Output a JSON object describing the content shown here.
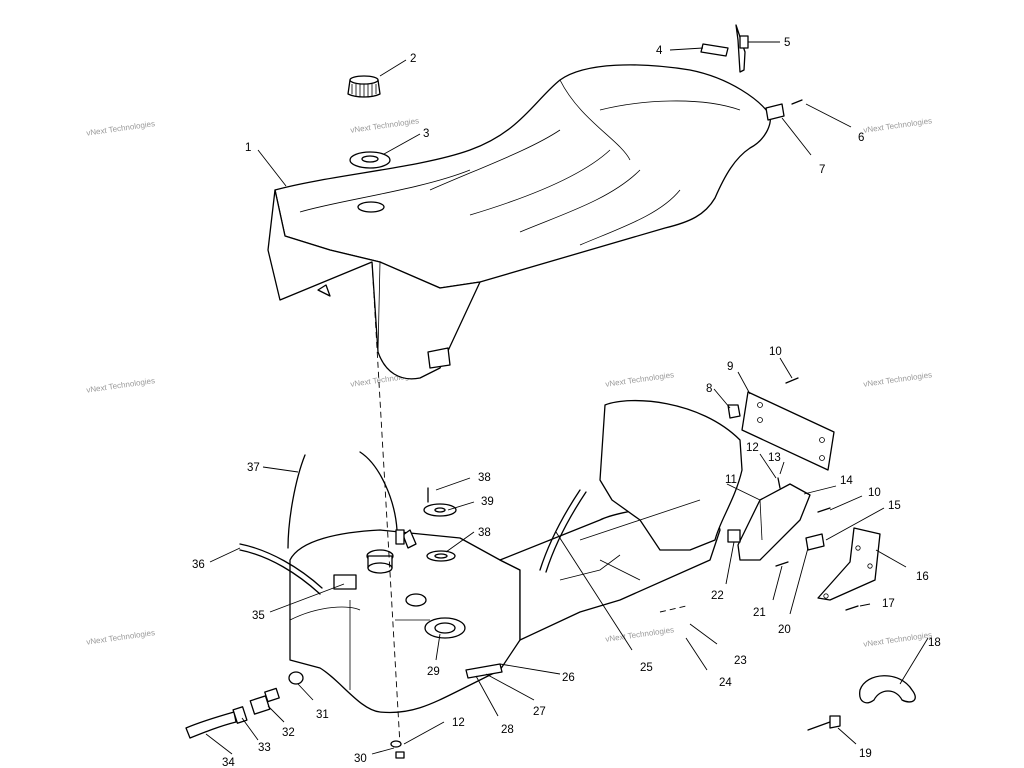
{
  "watermark": "vNext Technologies",
  "callouts": [
    {
      "id": "c1",
      "label": "1"
    },
    {
      "id": "c2",
      "label": "2"
    },
    {
      "id": "c3",
      "label": "3"
    },
    {
      "id": "c4",
      "label": "4"
    },
    {
      "id": "c5",
      "label": "5"
    },
    {
      "id": "c6",
      "label": "6"
    },
    {
      "id": "c7",
      "label": "7"
    },
    {
      "id": "c8",
      "label": "8"
    },
    {
      "id": "c9",
      "label": "9"
    },
    {
      "id": "c10a",
      "label": "10"
    },
    {
      "id": "c10b",
      "label": "10"
    },
    {
      "id": "c11",
      "label": "11"
    },
    {
      "id": "c12a",
      "label": "12"
    },
    {
      "id": "c12b",
      "label": "12"
    },
    {
      "id": "c13",
      "label": "13"
    },
    {
      "id": "c14",
      "label": "14"
    },
    {
      "id": "c15",
      "label": "15"
    },
    {
      "id": "c16",
      "label": "16"
    },
    {
      "id": "c17",
      "label": "17"
    },
    {
      "id": "c18",
      "label": "18"
    },
    {
      "id": "c19",
      "label": "19"
    },
    {
      "id": "c20",
      "label": "20"
    },
    {
      "id": "c21",
      "label": "21"
    },
    {
      "id": "c22",
      "label": "22"
    },
    {
      "id": "c23",
      "label": "23"
    },
    {
      "id": "c24",
      "label": "24"
    },
    {
      "id": "c25",
      "label": "25"
    },
    {
      "id": "c26",
      "label": "26"
    },
    {
      "id": "c27",
      "label": "27"
    },
    {
      "id": "c28",
      "label": "28"
    },
    {
      "id": "c29",
      "label": "29"
    },
    {
      "id": "c30",
      "label": "30"
    },
    {
      "id": "c31",
      "label": "31"
    },
    {
      "id": "c32",
      "label": "32"
    },
    {
      "id": "c33",
      "label": "33"
    },
    {
      "id": "c34",
      "label": "34"
    },
    {
      "id": "c35",
      "label": "35"
    },
    {
      "id": "c36",
      "label": "36"
    },
    {
      "id": "c37",
      "label": "37"
    },
    {
      "id": "c38a",
      "label": "38"
    },
    {
      "id": "c38b",
      "label": "38"
    },
    {
      "id": "c39",
      "label": "39"
    }
  ]
}
